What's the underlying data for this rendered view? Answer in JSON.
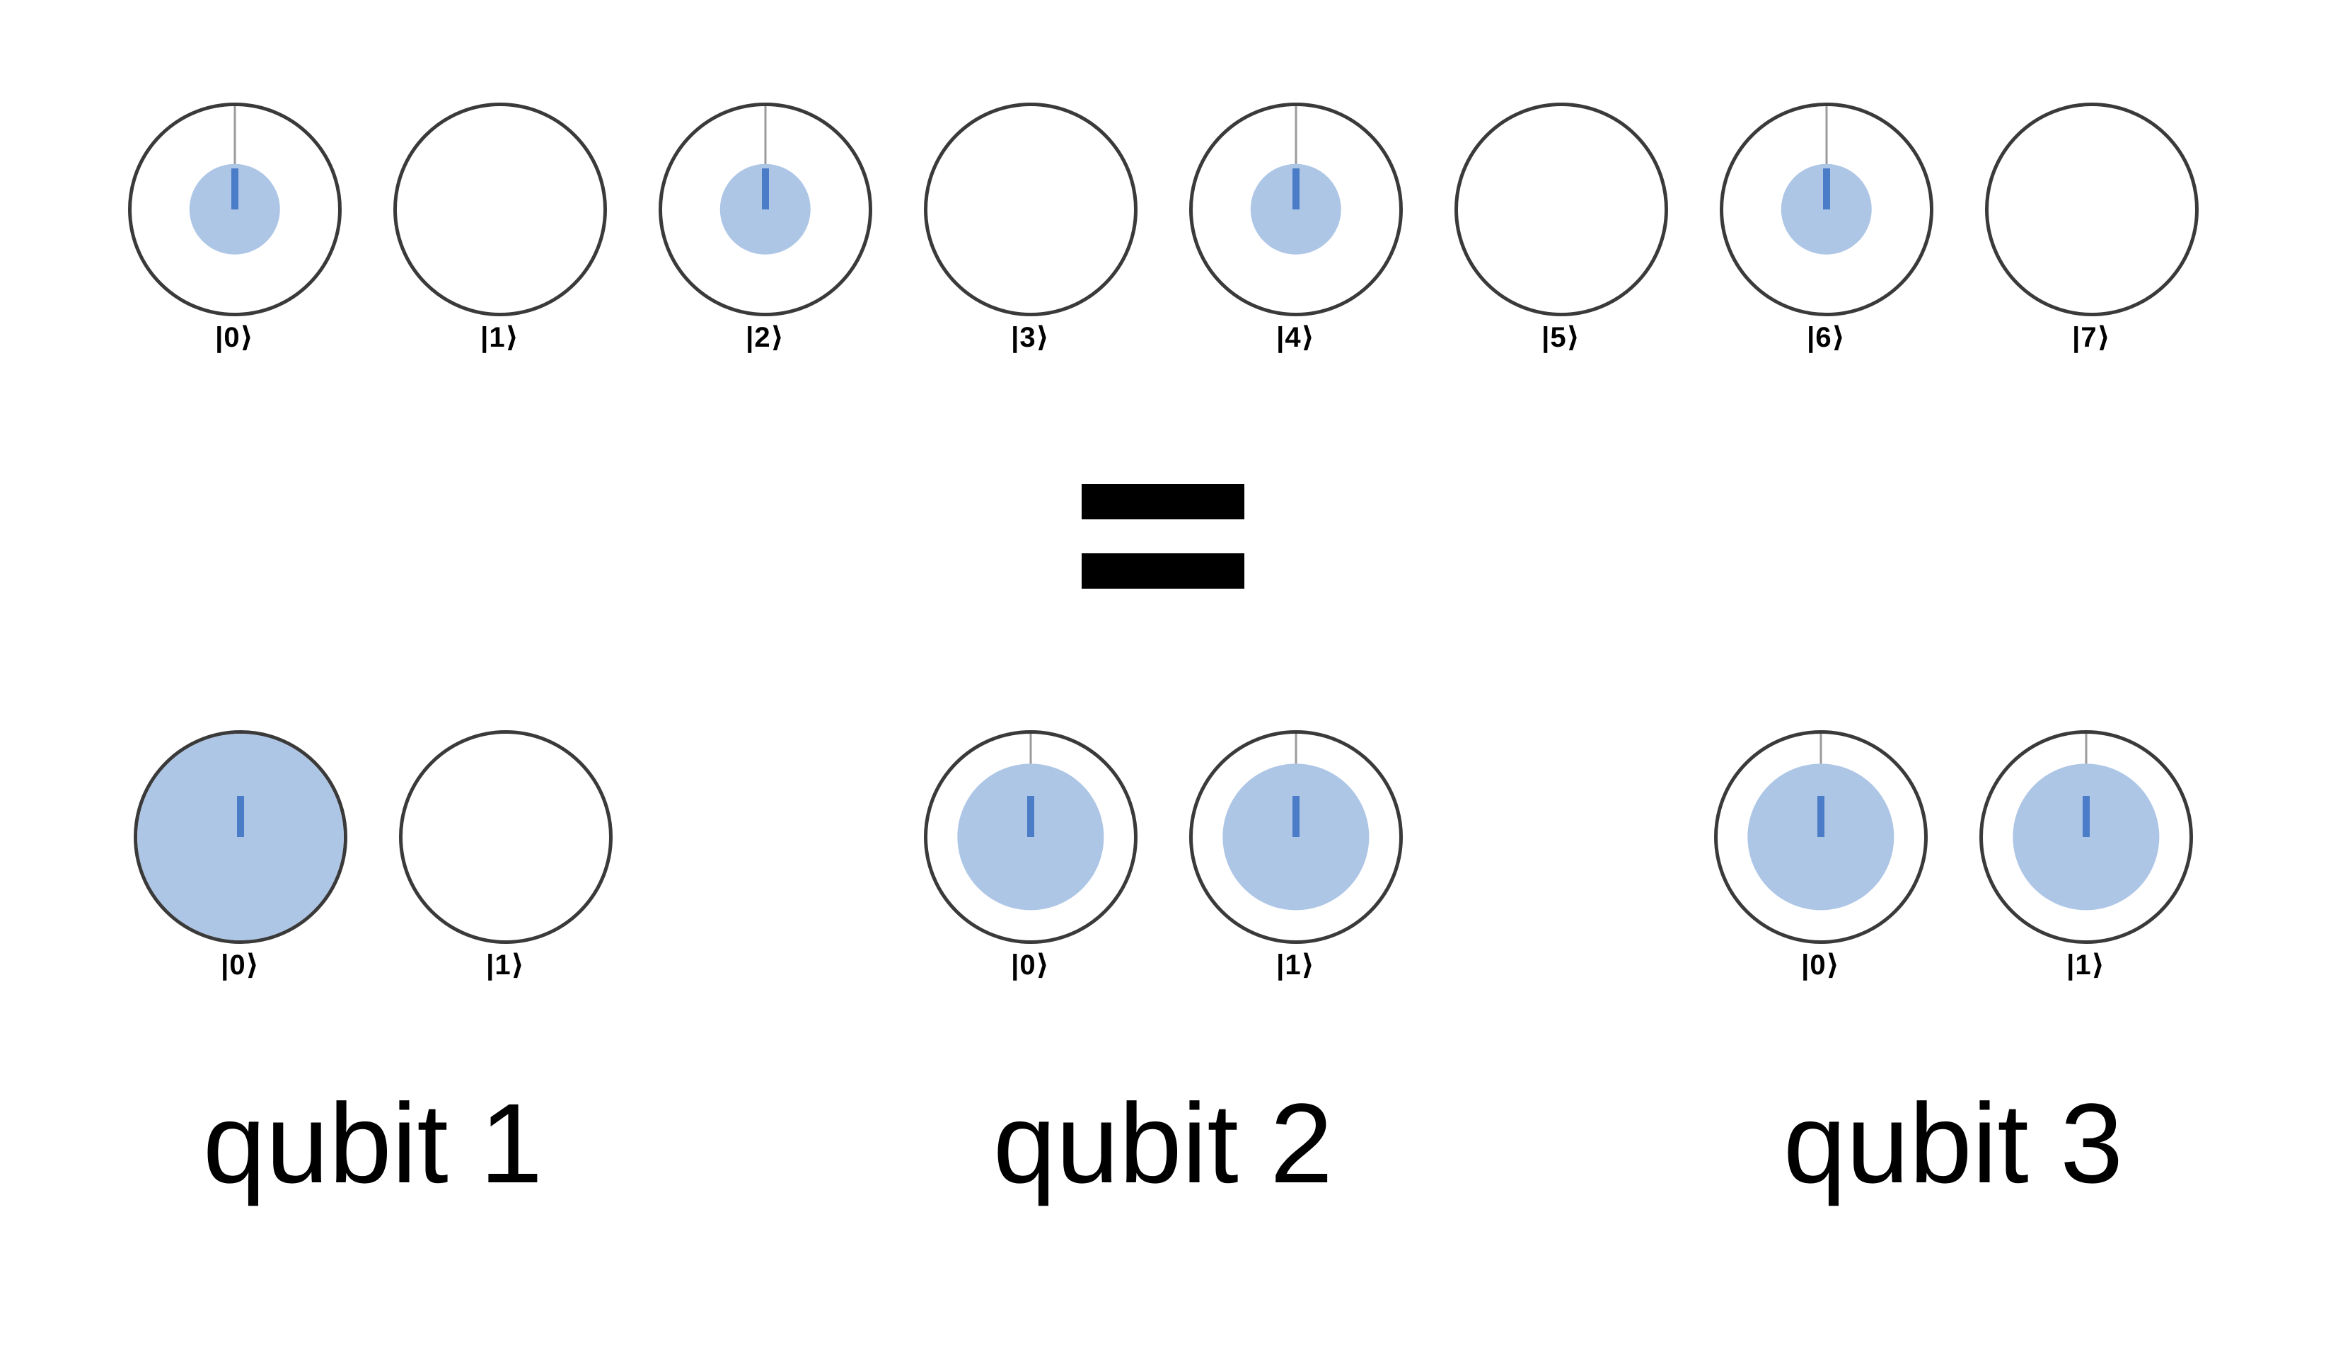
{
  "colors": {
    "background": "#ffffff",
    "fill_blue": "#aec6e6",
    "tick_blue": "#4a7cc7",
    "refline_gray": "#9b9b9b",
    "circle_stroke": "#3a3a3a",
    "text_black": "#000000"
  },
  "register": {
    "states": [
      {
        "label": "|0⟩",
        "fill_pct": 44,
        "refline": true,
        "tick": true
      },
      {
        "label": "|1⟩",
        "fill_pct": 0,
        "refline": false,
        "tick": false
      },
      {
        "label": "|2⟩",
        "fill_pct": 44,
        "refline": true,
        "tick": true
      },
      {
        "label": "|3⟩",
        "fill_pct": 0,
        "refline": false,
        "tick": false
      },
      {
        "label": "|4⟩",
        "fill_pct": 44,
        "refline": true,
        "tick": true
      },
      {
        "label": "|5⟩",
        "fill_pct": 0,
        "refline": false,
        "tick": false
      },
      {
        "label": "|6⟩",
        "fill_pct": 44,
        "refline": true,
        "tick": true
      },
      {
        "label": "|7⟩",
        "fill_pct": 0,
        "refline": false,
        "tick": false
      }
    ]
  },
  "equals": {
    "symbol": "="
  },
  "qubits": [
    {
      "caption": "qubit 1",
      "states": [
        {
          "label": "|0⟩",
          "fill_pct": 100,
          "refline": false,
          "tick": true
        },
        {
          "label": "|1⟩",
          "fill_pct": 0,
          "refline": false,
          "tick": false
        }
      ]
    },
    {
      "caption": "qubit 2",
      "states": [
        {
          "label": "|0⟩",
          "fill_pct": 71,
          "refline": true,
          "tick": true
        },
        {
          "label": "|1⟩",
          "fill_pct": 71,
          "refline": true,
          "tick": true
        }
      ]
    },
    {
      "caption": "qubit 3",
      "states": [
        {
          "label": "|0⟩",
          "fill_pct": 71,
          "refline": true,
          "tick": true
        },
        {
          "label": "|1⟩",
          "fill_pct": 71,
          "refline": true,
          "tick": true
        }
      ]
    }
  ]
}
